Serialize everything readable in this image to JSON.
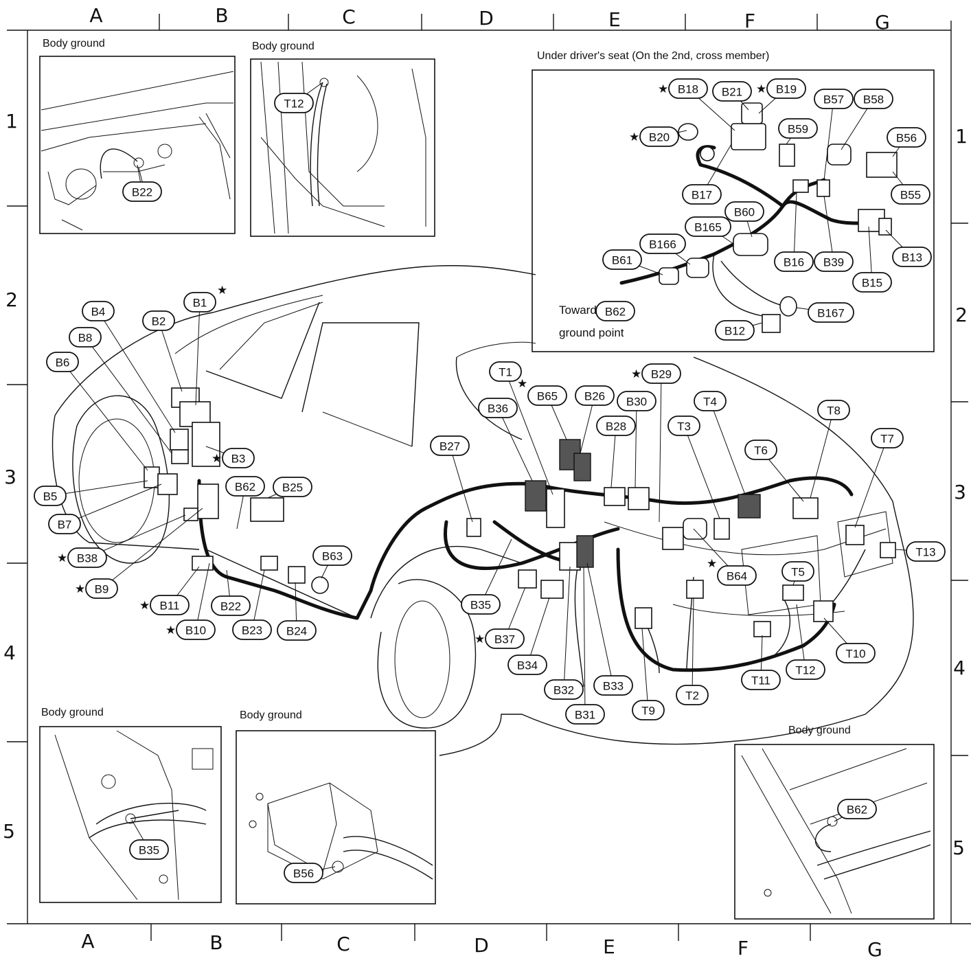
{
  "grid": {
    "columns_top": [
      "A",
      "B",
      "C",
      "D",
      "E",
      "F",
      "G"
    ],
    "columns_bottom": [
      "A",
      "B",
      "C",
      "D",
      "E",
      "F",
      "G"
    ],
    "rows_left": [
      "1",
      "2",
      "3",
      "4",
      "5"
    ],
    "rows_right": [
      "1",
      "2",
      "3",
      "4",
      "5"
    ]
  },
  "insets": {
    "top_left": {
      "caption": "Body ground",
      "labels": [
        "B22"
      ]
    },
    "top_mid": {
      "caption": "Body ground",
      "labels": [
        "T12"
      ]
    },
    "driver_seat": {
      "caption": "Under driver's seat (On the 2nd, cross member)",
      "toward_text": "Toward",
      "ground_point_text": "ground point",
      "labels": [
        "B18",
        "B21",
        "B19",
        "B57",
        "B58",
        "B20",
        "B59",
        "B56",
        "B17",
        "B55",
        "B60",
        "B165",
        "B166",
        "B61",
        "B16",
        "B39",
        "B13",
        "B15",
        "B62",
        "B167",
        "B12"
      ],
      "starred": [
        "B18",
        "B19",
        "B20"
      ]
    },
    "bottom_left": {
      "caption": "Body ground",
      "labels": [
        "B35"
      ]
    },
    "bottom_mid": {
      "caption": "Body ground",
      "labels": [
        "B56"
      ]
    },
    "bottom_right": {
      "caption": "Body ground",
      "labels": [
        "B62"
      ]
    }
  },
  "main": {
    "labels": [
      "B1",
      "B2",
      "B4",
      "B8",
      "B6",
      "B3",
      "B5",
      "B7",
      "B38",
      "B9",
      "B11",
      "B10",
      "B22",
      "B23",
      "B24",
      "B62",
      "B25",
      "B63",
      "B27",
      "B36",
      "T1",
      "B65",
      "B26",
      "B29",
      "B30",
      "B28",
      "T3",
      "T4",
      "T8",
      "T6",
      "T7",
      "T13",
      "B64",
      "T5",
      "B35",
      "B37",
      "B34",
      "B32",
      "B31",
      "B33",
      "T9",
      "T2",
      "T11",
      "T12",
      "T10"
    ],
    "starred": [
      "B1",
      "B3",
      "B38",
      "B9",
      "B11",
      "B10",
      "B65",
      "B29",
      "B64",
      "B37"
    ]
  },
  "star_symbol": "★"
}
